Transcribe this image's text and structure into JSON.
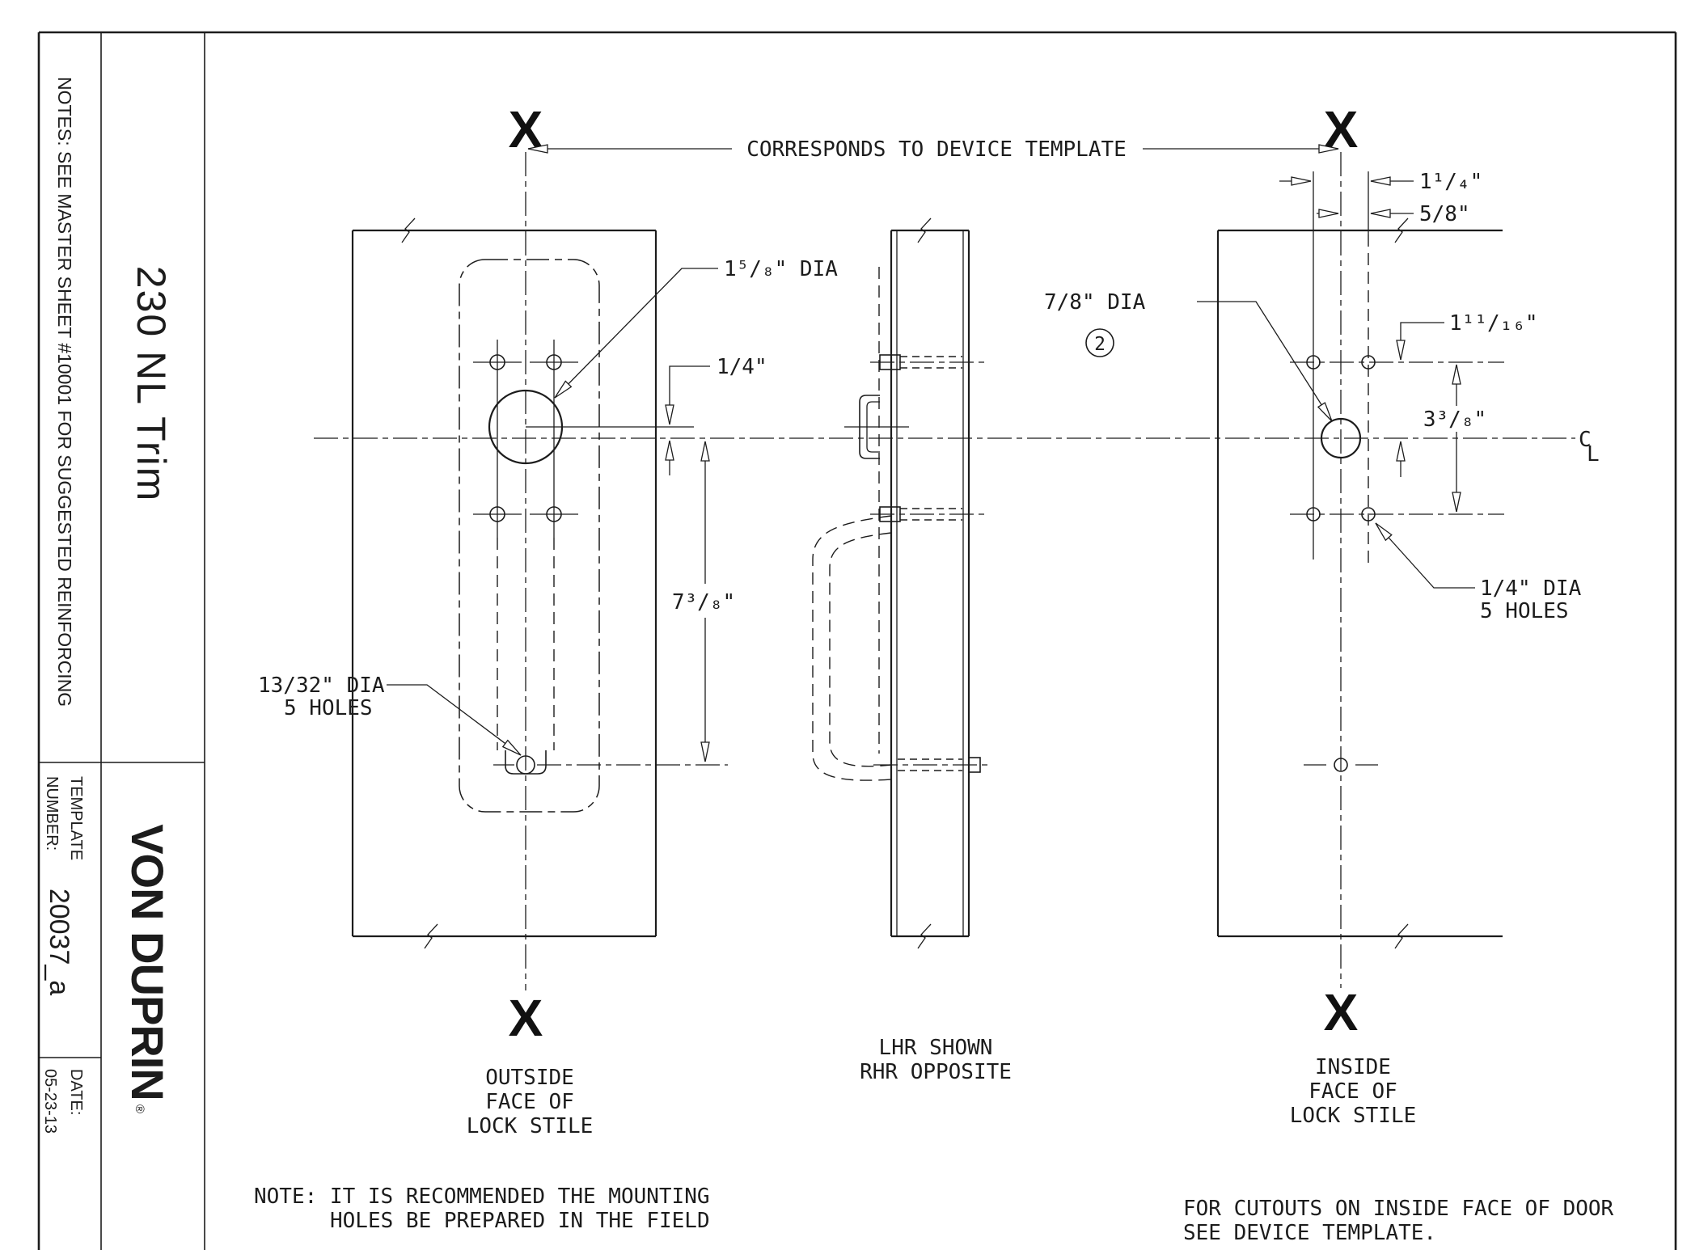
{
  "colors": {
    "line": "#1c1c1c",
    "background": "#ffffff"
  },
  "title_block": {
    "notes_vertical": "NOTES: SEE MASTER SHEET #10001 FOR SUGGESTED REINFORCING",
    "product": "230 NL Trim",
    "template_label_line1": "TEMPLATE",
    "template_label_line2": "NUMBER:",
    "template_number": "20037_a",
    "brand": "VON DUPRIN",
    "brand_reg": "®",
    "date_label": "DATE:",
    "date_value": "05-23-13"
  },
  "drawing": {
    "top_dim": "CORRESPONDS TO DEVICE TEMPLATE",
    "x_marker": "X",
    "left_view": {
      "dia_label": "1⁵/₈\" DIA",
      "offset_dim": "1/4\"",
      "height_dim": "7³/₈\"",
      "holes_label_1": "13/32\" DIA",
      "holes_label_2": "5 HOLES",
      "caption": [
        "OUTSIDE",
        "FACE OF",
        "LOCK STILE"
      ]
    },
    "side_view": {
      "caption_1": "LHR SHOWN",
      "caption_2": "RHR OPPOSITE"
    },
    "right_view": {
      "dia_label": "7/8\" DIA",
      "detail_ref": "2",
      "dim_1": "1¹/₄\"",
      "dim_2": "5/8\"",
      "dim_3": "1¹¹/₁₆\"",
      "dim_4": "3³/₈\"",
      "holes_label_1": "1/4\" DIA",
      "holes_label_2": "5 HOLES",
      "caption": [
        "INSIDE",
        "FACE OF",
        "LOCK STILE"
      ],
      "centerline_c": "C",
      "centerline_l": "L"
    },
    "note_left": [
      "NOTE: IT IS RECOMMENDED THE MOUNTING",
      "HOLES BE PREPARED IN THE FIELD"
    ],
    "note_right": [
      "FOR CUTOUTS ON INSIDE FACE OF DOOR",
      "SEE DEVICE TEMPLATE."
    ]
  }
}
